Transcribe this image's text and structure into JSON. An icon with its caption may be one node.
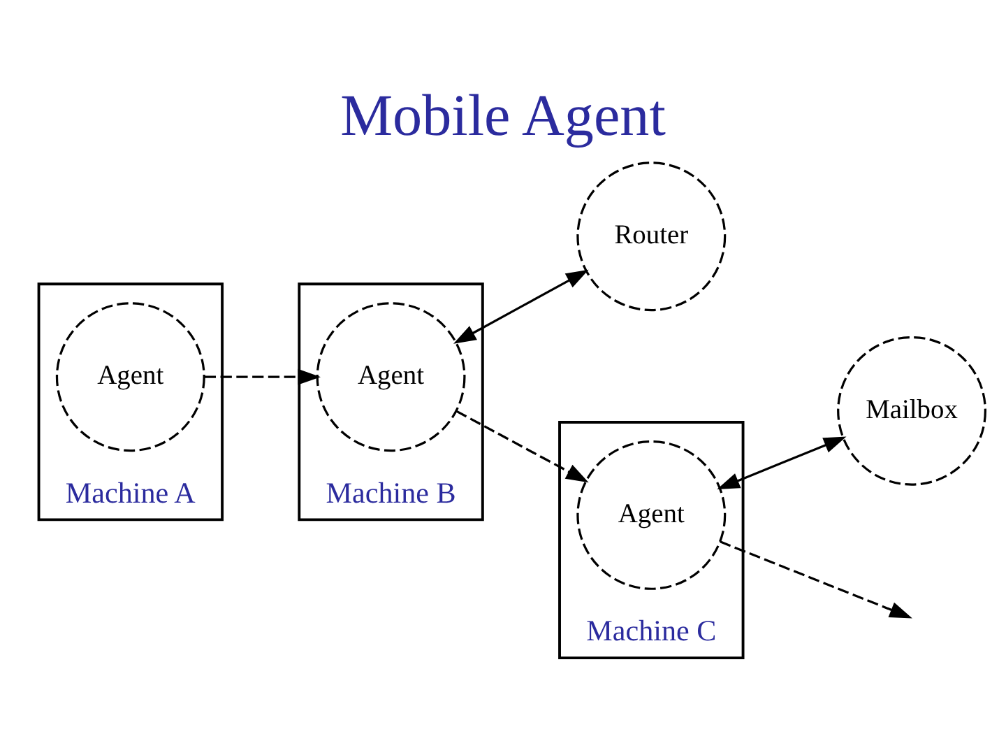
{
  "diagram": {
    "title": "Mobile Agent",
    "nodes": [
      {
        "text": [
          "Machine A"
        ]
      },
      {
        "text": [
          "Agent"
        ],
        "in": 0
      },
      {
        "text": [
          "Machine B"
        ]
      },
      {
        "text": [
          "Agent"
        ],
        "in": 2
      },
      {
        "text": [
          "Router"
        ]
      },
      {
        "text": [
          "Machine C"
        ]
      },
      {
        "text": [
          "Agent"
        ],
        "in": 5
      },
      {
        "text": [
          "Mailbox"
        ]
      }
    ],
    "edges": [
      {
        "from": 1,
        "to": 3,
        "arrow": "to",
        "style": "dashed"
      },
      {
        "from": 3,
        "to": 4,
        "arrow": "both"
      },
      {
        "from": 3,
        "to": 6,
        "arrow": "to",
        "style": "dashed"
      },
      {
        "from": 6,
        "to": 7,
        "arrow": "both"
      },
      {
        "from": 6,
        "to": null,
        "arrow": "to",
        "style": "dashed"
      }
    ]
  }
}
